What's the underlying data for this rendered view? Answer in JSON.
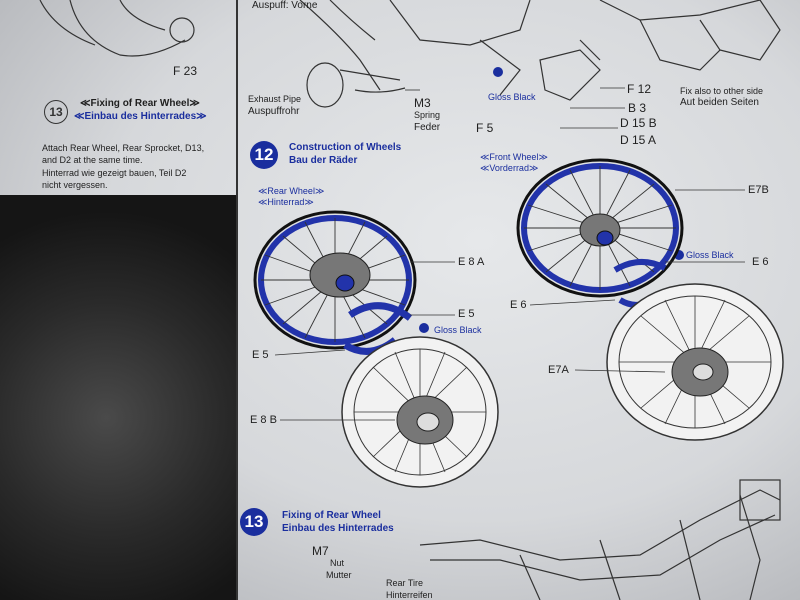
{
  "top": {
    "auspuff_vorne": "Auspuff: Vorne",
    "exhaust_pipe": "Exhaust Pipe",
    "auspuffrohr": "Auspuffrohr",
    "m3": "M3",
    "spring": "Spring",
    "feder": "Feder",
    "f23": "F 23",
    "f5": "F 5",
    "gloss_black": "Gloss Black",
    "f12": "F 12",
    "fix_also": "Fix also to other side",
    "aut_beiden": "Aut beiden Seiten",
    "b3": "B 3",
    "d15b": "D 15 B",
    "d15a": "D 15 A"
  },
  "left": {
    "step_num": "13",
    "title_en": "≪Fixing of Rear Wheel≫",
    "title_de": "≪Einbau des Hinterrades≫",
    "line1": "Attach Rear Wheel, Rear Sprocket, D13,",
    "line2": "and D2 at the same time.",
    "line3": "Hinterrad wie gezeigt bauen, Teil D2",
    "line4": "nicht vergessen."
  },
  "step12": {
    "num": "12",
    "title_en": "Construction of Wheels",
    "title_de": "Bau der Räder",
    "rear_wheel": "≪Rear Wheel≫",
    "hinterrad": "≪Hinterrad≫",
    "front_wheel": "≪Front Wheel≫",
    "vorderrad": "≪Vorderrad≫",
    "e8a": "E 8 A",
    "e5_right": "E 5",
    "gloss_black_rear": "Gloss Black",
    "e5_left": "E 5",
    "e8b": "E 8 B",
    "e7b": "E7B",
    "gloss_black_front": "Gloss Black",
    "e6_right": "E 6",
    "e6_left": "E 6",
    "e7a": "E7A"
  },
  "step13": {
    "num": "13",
    "title_en": "Fixing of Rear Wheel",
    "title_de": "Einbau des Hinterrades",
    "m7": "M7",
    "nut": "Nut",
    "mutter": "Mutter",
    "rear_tire": "Rear Tire",
    "hinterreifen": "Hinterreifen"
  }
}
